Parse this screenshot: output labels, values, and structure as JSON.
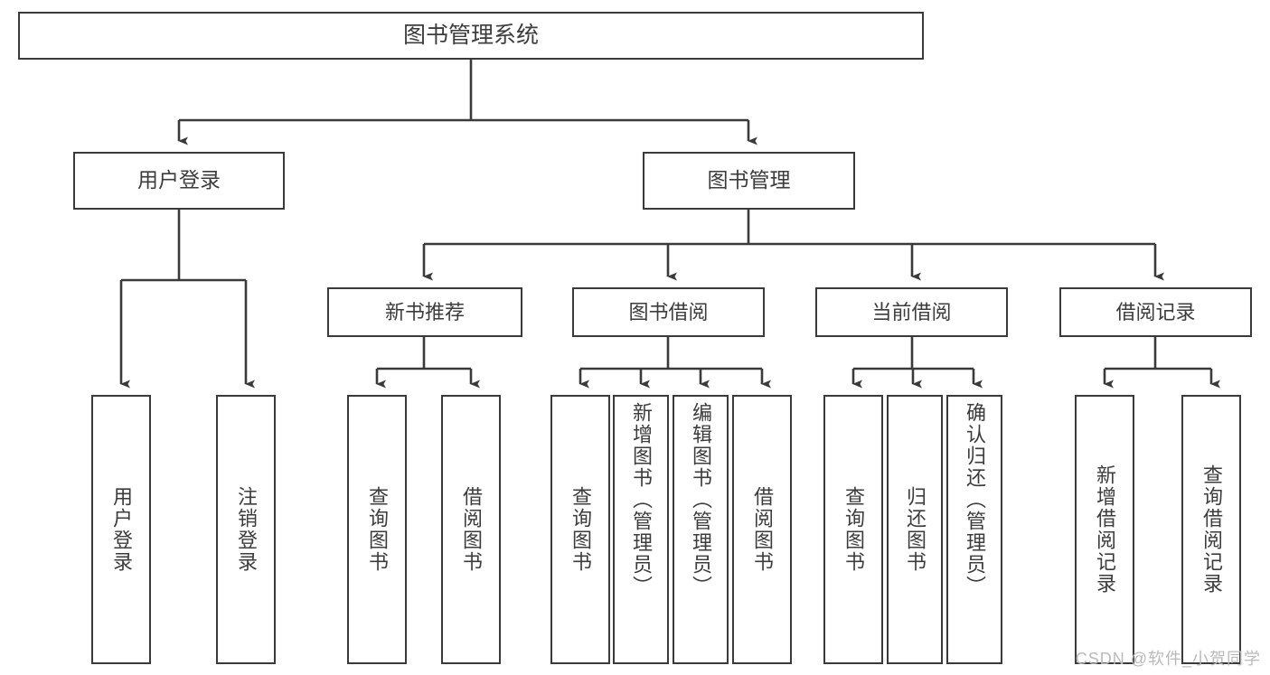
{
  "diagram": {
    "title": "图书管理系统",
    "type": "tree-hierarchy-chart",
    "stroke_color": "#3a3a3a",
    "text_color": "#3c3c3c",
    "background_color": "#ffffff",
    "watermark": "CSDN @软件_小贺同学"
  },
  "nodes": {
    "root": {
      "label": "图书管理系统"
    },
    "level2": [
      {
        "label": "用户登录"
      },
      {
        "label": "图书管理"
      }
    ],
    "level3": [
      {
        "label": "新书推荐"
      },
      {
        "label": "图书借阅"
      },
      {
        "label": "当前借阅"
      },
      {
        "label": "借阅记录"
      }
    ],
    "leaves": {
      "user_login": [
        {
          "label": "用户登录"
        },
        {
          "label": "注销登录"
        }
      ],
      "new_book_recommend": [
        {
          "label": "查询图书"
        },
        {
          "label": "借阅图书"
        }
      ],
      "book_borrow": [
        {
          "label": "查询图书"
        },
        {
          "label": "新增图书（管理员）"
        },
        {
          "label": "编辑图书（管理员）"
        },
        {
          "label": "借阅图书"
        }
      ],
      "current_borrow": [
        {
          "label": "查询图书"
        },
        {
          "label": "归还图书"
        },
        {
          "label": "确认归还（管理员）"
        }
      ],
      "borrow_record": [
        {
          "label": "新增借阅记录"
        },
        {
          "label": "查询借阅记录"
        }
      ]
    }
  }
}
